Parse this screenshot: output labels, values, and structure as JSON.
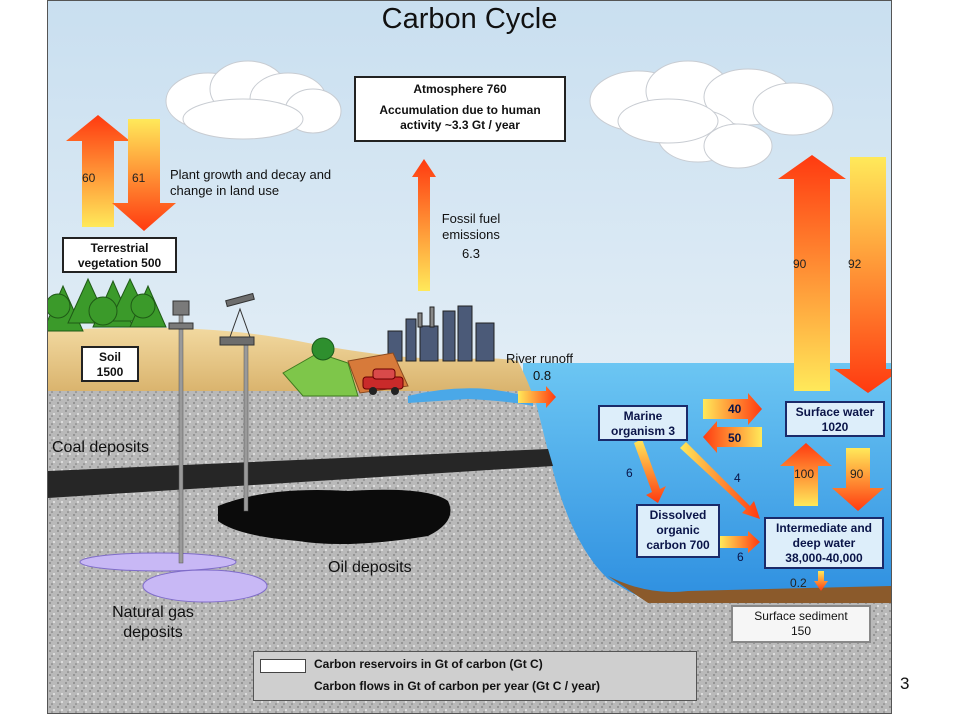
{
  "title": "Carbon Cycle",
  "atmosphere": {
    "line1": "Atmosphere 760",
    "line2": "Accumulation due to human activity ~3.3 Gt / year"
  },
  "plant": {
    "label": "Plant growth and decay and change in land use",
    "up": "60",
    "down": "61"
  },
  "vegetation": "Terrestrial vegetation 500",
  "soil": {
    "name": "Soil",
    "value": "1500"
  },
  "fossil": {
    "label": "Fossil fuel emissions",
    "value": "6.3"
  },
  "river": {
    "label": "River runoff",
    "value": "0.8"
  },
  "coal": "Coal deposits",
  "oil": "Oil deposits",
  "gas": "Natural gas deposits",
  "ocean_exchange": {
    "up": "90",
    "down": "92"
  },
  "surface_water": {
    "name": "Surface water",
    "value": "1020"
  },
  "marine": {
    "name": "Marine organism 3"
  },
  "marine_flows": {
    "to_surface": "40",
    "from_surface": "50",
    "to_doc": "6",
    "to_deep": "4"
  },
  "doc": "Dissolved organic carbon 700",
  "doc_to_deep": "6",
  "deep": {
    "name": "Intermediate and deep water",
    "value": "38,000-40,000"
  },
  "vertical": {
    "up": "100",
    "down": "90"
  },
  "sediment_flow": "0.2",
  "sediment": {
    "name": "Surface sediment",
    "value": "150"
  },
  "legend": {
    "reservoirs": "Carbon reservoirs in Gt of carbon (Gt C)",
    "flows": "Carbon flows in Gt of carbon per year (Gt C / year)"
  },
  "slide_number": "3"
}
